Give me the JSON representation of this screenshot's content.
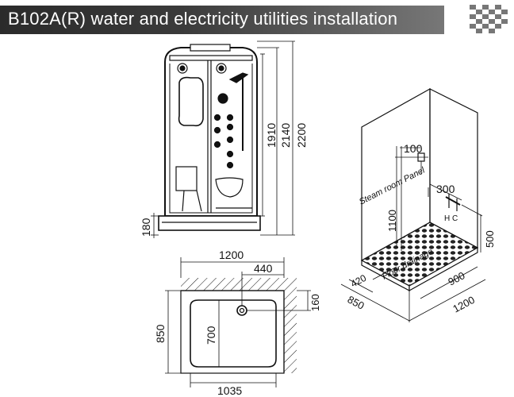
{
  "header": {
    "title": "B102A(R) water and electricity utilities installation"
  },
  "front_view": {
    "dims": {
      "d1910": "1910",
      "d2140": "2140",
      "d2200": "2200",
      "d180": "180"
    }
  },
  "plan_view": {
    "dims": {
      "d1200": "1200",
      "d440": "440",
      "d160": "160",
      "d850": "850",
      "d700": "700",
      "d1035": "1035"
    }
  },
  "iso_view": {
    "dims": {
      "d100": "100",
      "d300": "300",
      "d1100": "1100",
      "d500": "500",
      "d420": "420",
      "d900": "900",
      "d850": "850",
      "d1200": "1200"
    },
    "labels": {
      "steam_panel": "Steam room Panel",
      "hc": "H C",
      "floor_drain": "Floor drainage"
    }
  },
  "colors": {
    "header_bg": "#333333",
    "header_text": "#ffffff",
    "line": "#111111"
  }
}
